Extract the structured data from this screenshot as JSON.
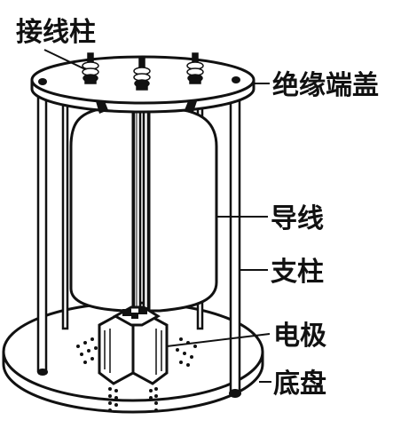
{
  "diagram": {
    "labels": {
      "terminal": "接线柱",
      "insulating_cap": "绝缘端盖",
      "wire": "导线",
      "support_pillar": "支柱",
      "electrode": "电极",
      "base_plate": "底盘"
    }
  },
  "colors": {
    "line": "#111111",
    "background": "#ffffff"
  }
}
